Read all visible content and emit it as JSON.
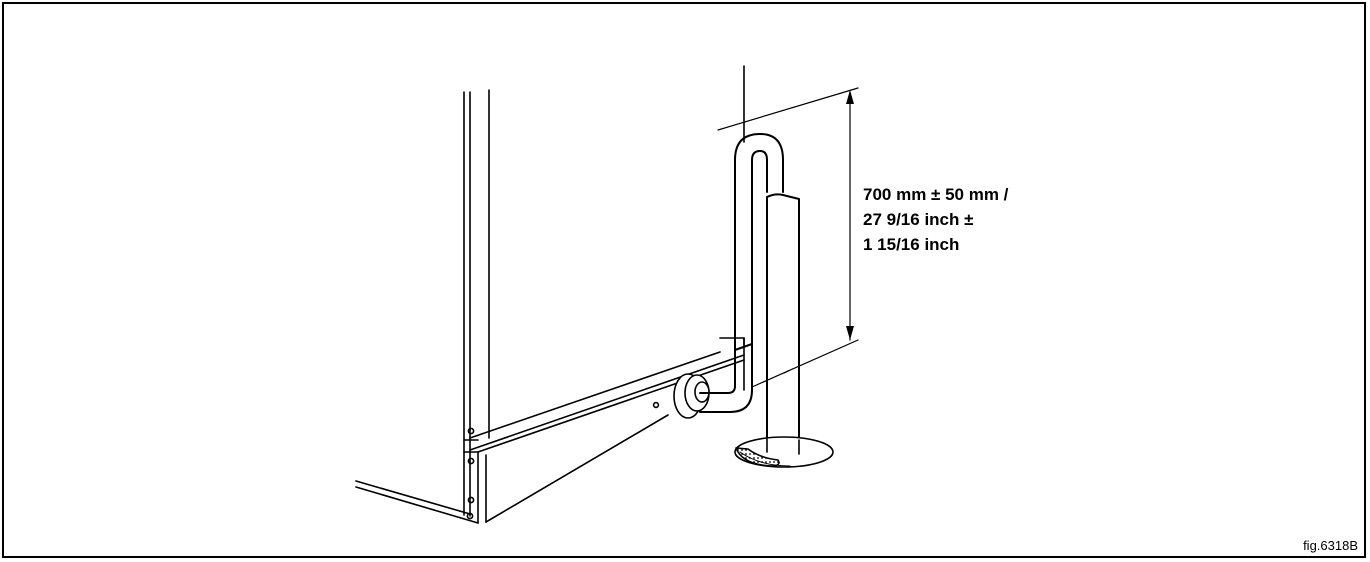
{
  "dimension": {
    "line1": "700 mm ± 50 mm /",
    "line2": "27 9/16 inch ±",
    "line3": "1 15/16 inch"
  },
  "figure_id": "fig.6318B"
}
